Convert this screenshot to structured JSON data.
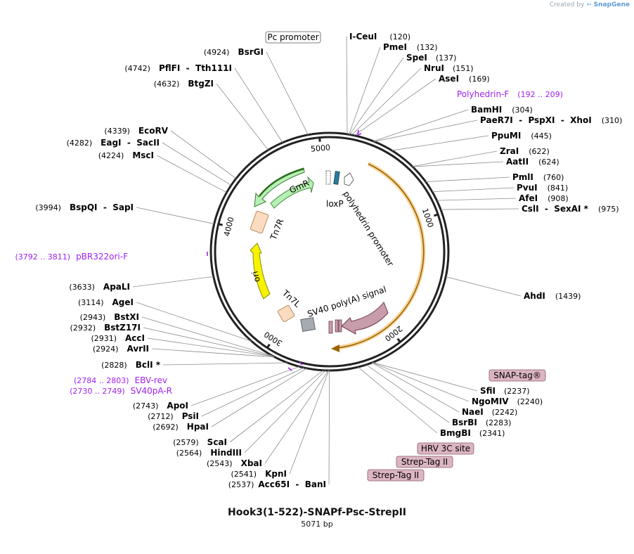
{
  "credit": {
    "prefix": "Created by",
    "brand": "SnapGene"
  },
  "map": {
    "name": "Hook3(1-522)-SNAPf-Psc-StrepII",
    "length_label": "5071 bp",
    "total_bp": 5071,
    "ticks": [
      {
        "bp": 1000,
        "label": "1000"
      },
      {
        "bp": 2000,
        "label": "2000"
      },
      {
        "bp": 3000,
        "label": "3000"
      },
      {
        "bp": 4000,
        "label": "4000"
      },
      {
        "bp": 5000,
        "label": "5000"
      }
    ],
    "sites": [
      {
        "name": "I-CeuI",
        "pos": "(120)",
        "bp": 120
      },
      {
        "name": "PmeI",
        "pos": "(132)",
        "bp": 132
      },
      {
        "name": "SpeI",
        "pos": "(137)",
        "bp": 137
      },
      {
        "name": "NruI",
        "pos": "(151)",
        "bp": 151
      },
      {
        "name": "AseI",
        "pos": "(169)",
        "bp": 169
      },
      {
        "name": "BamHI",
        "pos": "(304)",
        "bp": 304
      },
      {
        "name": "PaeR7I  -  PspXI  -  XhoI",
        "pos": "(310)",
        "bp": 310
      },
      {
        "name": "PpuMI",
        "pos": "(445)",
        "bp": 445
      },
      {
        "name": "ZraI",
        "pos": "(622)",
        "bp": 622
      },
      {
        "name": "AatII",
        "pos": "(624)",
        "bp": 624
      },
      {
        "name": "PmlI",
        "pos": "(760)",
        "bp": 760
      },
      {
        "name": "PvuI",
        "pos": "(841)",
        "bp": 841
      },
      {
        "name": "AfeI",
        "pos": "(908)",
        "bp": 908
      },
      {
        "name": "CslI  -  SexAI *",
        "pos": "(975)",
        "bp": 975
      },
      {
        "name": "AhdI",
        "pos": "(1439)",
        "bp": 1439
      },
      {
        "name": "SfiI",
        "pos": "(2237)",
        "bp": 2237
      },
      {
        "name": "NgoMIV",
        "pos": "(2240)",
        "bp": 2240
      },
      {
        "name": "NaeI",
        "pos": "(2242)",
        "bp": 2242
      },
      {
        "name": "BsrBI",
        "pos": "(2283)",
        "bp": 2283
      },
      {
        "name": "BmgBI",
        "pos": "(2341)",
        "bp": 2341
      },
      {
        "name": "Acc65I  -  BanI",
        "pos": "(2537)",
        "bp": 2537
      },
      {
        "name": "KpnI",
        "pos": "(2541)",
        "bp": 2541
      },
      {
        "name": "XbaI",
        "pos": "(2543)",
        "bp": 2543
      },
      {
        "name": "HindIII",
        "pos": "(2564)",
        "bp": 2564
      },
      {
        "name": "ScaI",
        "pos": "(2579)",
        "bp": 2579
      },
      {
        "name": "HpaI",
        "pos": "(2692)",
        "bp": 2692
      },
      {
        "name": "PsiI",
        "pos": "(2712)",
        "bp": 2712
      },
      {
        "name": "ApoI",
        "pos": "(2743)",
        "bp": 2743
      },
      {
        "name": "BclI *",
        "pos": "(2828)",
        "bp": 2828
      },
      {
        "name": "AvrII",
        "pos": "(2924)",
        "bp": 2924
      },
      {
        "name": "AccI",
        "pos": "(2931)",
        "bp": 2931
      },
      {
        "name": "BstZ17I",
        "pos": "(2932)",
        "bp": 2932
      },
      {
        "name": "BstXI",
        "pos": "(2943)",
        "bp": 2943
      },
      {
        "name": "AgeI",
        "pos": "(3114)",
        "bp": 3114
      },
      {
        "name": "ApaLI",
        "pos": "(3633)",
        "bp": 3633
      },
      {
        "name": "BspQI  -  SapI",
        "pos": "(3994)",
        "bp": 3994
      },
      {
        "name": "MscI",
        "pos": "(4224)",
        "bp": 4224
      },
      {
        "name": "EagI  -  SacII",
        "pos": "(4282)",
        "bp": 4282
      },
      {
        "name": "EcoRV",
        "pos": "(4339)",
        "bp": 4339
      },
      {
        "name": "BtgZI",
        "pos": "(4632)",
        "bp": 4632
      },
      {
        "name": "PflFI  -  Tth111I",
        "pos": "(4742)",
        "bp": 4742
      },
      {
        "name": "BsrGI",
        "pos": "(4924)",
        "bp": 4924
      }
    ],
    "primers": [
      {
        "name": "Polyhedrin-F",
        "range": "(192 .. 209)"
      },
      {
        "name": "pBR322ori-F",
        "range": "(3792 .. 3811)"
      },
      {
        "name": "EBV-rev",
        "range": "(2784 .. 2803)"
      },
      {
        "name": "SV40pA-R",
        "range": "(2730 .. 2749)"
      }
    ],
    "boxed_features": [
      {
        "name": "Pc promoter"
      },
      {
        "name": "SNAP-tag®"
      },
      {
        "name": "HRV 3C site"
      },
      {
        "name": "Strep-Tag II"
      },
      {
        "name": "Strep-Tag II"
      }
    ],
    "inner_features": {
      "gmr": "GmR",
      "tn7r": "Tn7R",
      "ori": "ori",
      "tn7l": "Tn7L",
      "sv40": "SV40 poly(A) signal",
      "loxp": "loxP",
      "polyhedrin": "polyhedrin promoter"
    },
    "colors": {
      "gmr": "#b6f0b4",
      "tn7": "#fbdcc0",
      "ori": "#f7f300",
      "sv40": "#c89cab",
      "primer": "#a020f0",
      "orf": "#f2b24a",
      "boxed": "#dcb5c3"
    }
  }
}
